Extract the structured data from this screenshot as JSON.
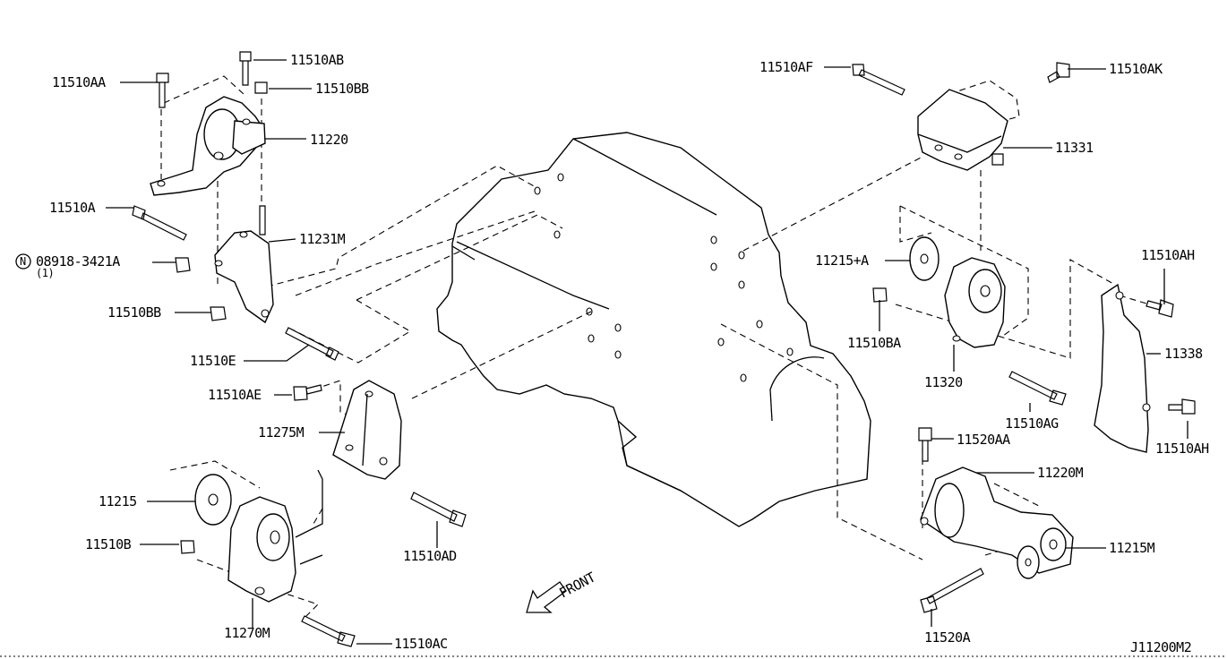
{
  "diagram": {
    "drawing_id": "J11200M2",
    "front_label": "FRONT",
    "callouts": {
      "p11510AA": "11510AA",
      "p11510AB": "11510AB",
      "p11510BB_top": "11510BB",
      "p11220": "11220",
      "p11510A": "11510A",
      "p11231M": "11231M",
      "p08918": "08918-3421A",
      "p08918_qty": "(1)",
      "p08918_n": "N",
      "p11510BB_low": "11510BB",
      "p11510E": "11510E",
      "p11510AE": "11510AE",
      "p11275M": "11275M",
      "p11215": "11215",
      "p11510B": "11510B",
      "p11510AD": "11510AD",
      "p11270M": "11270M",
      "p11510AC": "11510AC",
      "p11510AF": "11510AF",
      "p11510AK": "11510AK",
      "p11331": "11331",
      "p11215A": "11215+A",
      "p11510BA": "11510BA",
      "p11320": "11320",
      "p11510AH_top": "11510AH",
      "p11338": "11338",
      "p11510AG": "11510AG",
      "p11510AH_low": "11510AH",
      "p11520AA": "11520AA",
      "p11220M": "11220M",
      "p11215M": "11215M",
      "p11520A": "11520A"
    }
  }
}
